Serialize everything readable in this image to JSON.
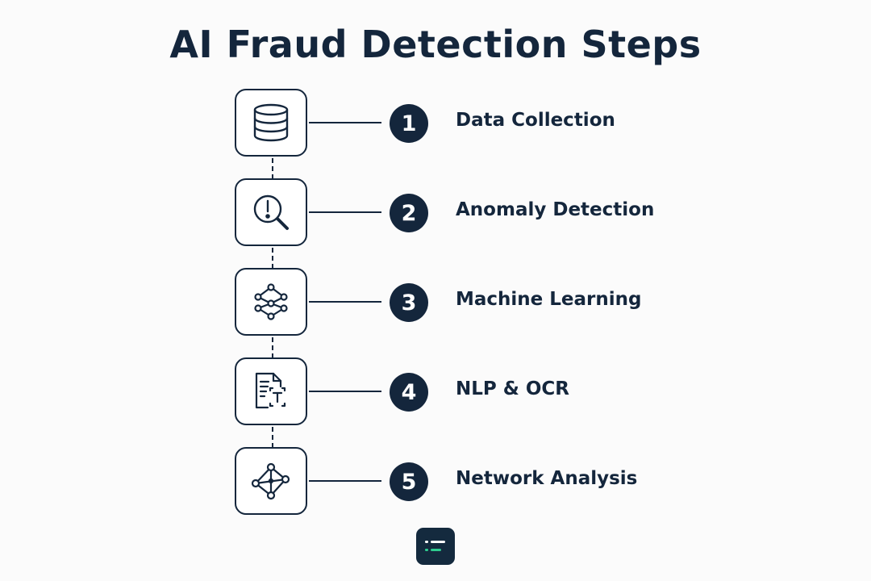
{
  "title": "AI Fraud Detection Steps",
  "steps": [
    {
      "number": "1",
      "label": "Data Collection",
      "icon": "database-icon"
    },
    {
      "number": "2",
      "label": "Anomaly Detection",
      "icon": "magnifier-alert-icon"
    },
    {
      "number": "3",
      "label": "Machine Learning",
      "icon": "neural-network-icon"
    },
    {
      "number": "4",
      "label": "NLP & OCR",
      "icon": "document-text-scan-icon"
    },
    {
      "number": "5",
      "label": "Network Analysis",
      "icon": "network-graph-icon"
    }
  ],
  "logo": {
    "icon": "logo-icon"
  },
  "colors": {
    "primary": "#14263c",
    "background": "#fbfbfb",
    "logo_accent": "#2ecc8f"
  }
}
